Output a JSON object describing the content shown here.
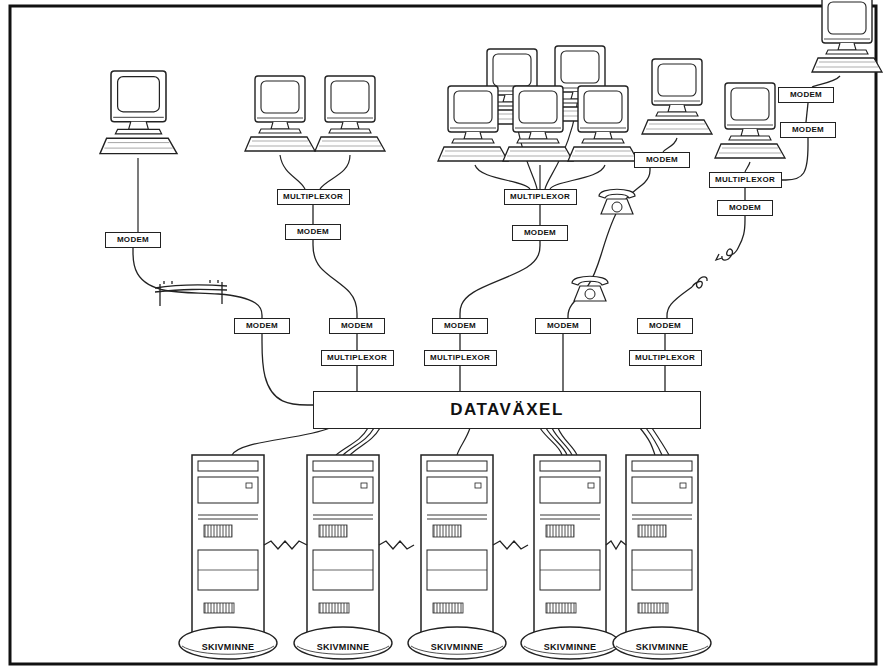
{
  "diagram": {
    "nodes": [
      {
        "text": [
          "MODEM"
        ]
      },
      {
        "text": [
          "MODEM"
        ]
      },
      {
        "text": [
          "MODEM"
        ]
      },
      {
        "text": [
          "MULTIPLEXOR"
        ]
      },
      {
        "text": [
          "MODEM"
        ]
      },
      {
        "text": [
          "MULTIPLEXOR"
        ]
      },
      {
        "text": [
          "MULTIPLEXOR"
        ]
      },
      {
        "text": [
          "MODEM"
        ]
      },
      {
        "text": [
          "MODEM"
        ]
      },
      {
        "text": [
          "MODEM"
        ]
      },
      {
        "text": [
          "MODEM"
        ]
      },
      {
        "text": [
          "MODEM"
        ]
      },
      {
        "text": [
          "MODEM"
        ]
      },
      {
        "text": [
          "MODEM"
        ]
      },
      {
        "text": [
          "MODEM"
        ]
      },
      {
        "text": [
          "MULTIPLEXOR"
        ]
      },
      {
        "text": [
          "MULTIPLEXOR"
        ]
      },
      {
        "text": [
          "MULTIPLEXOR"
        ]
      },
      {
        "text": [
          "DATAVÄXEL"
        ]
      },
      {
        "text": [
          "SKIVMINNE"
        ]
      },
      {
        "text": [
          "SKIVMINNE"
        ]
      },
      {
        "text": [
          "SKIVMINNE"
        ]
      },
      {
        "text": [
          "SKIVMINNE"
        ]
      },
      {
        "text": [
          "SKIVMINNE"
        ]
      }
    ],
    "edges": [
      {
        "from": 0,
        "to": 1,
        "arrow": "none"
      },
      {
        "from": 1,
        "to": 3,
        "arrow": "none"
      },
      {
        "from": 3,
        "to": 4,
        "arrow": "none"
      },
      {
        "from": 4,
        "to": 14,
        "arrow": "none"
      },
      {
        "from": 2,
        "to": 13,
        "arrow": "none"
      },
      {
        "from": 5,
        "to": 8,
        "arrow": "none"
      },
      {
        "from": 6,
        "to": 9,
        "arrow": "none"
      },
      {
        "from": 7,
        "to": 10,
        "arrow": "none"
      },
      {
        "from": 8,
        "to": 11,
        "arrow": "none"
      },
      {
        "from": 9,
        "to": 12,
        "arrow": "none"
      },
      {
        "from": 10,
        "to": 18,
        "arrow": "none"
      },
      {
        "from": 11,
        "to": 15,
        "arrow": "none"
      },
      {
        "from": 12,
        "to": 16,
        "arrow": "none"
      },
      {
        "from": 13,
        "to": 18,
        "arrow": "none"
      },
      {
        "from": 14,
        "to": 17,
        "arrow": "none"
      },
      {
        "from": 15,
        "to": 18,
        "arrow": "none"
      },
      {
        "from": 16,
        "to": 18,
        "arrow": "none"
      },
      {
        "from": 17,
        "to": 18,
        "arrow": "none"
      }
    ]
  }
}
